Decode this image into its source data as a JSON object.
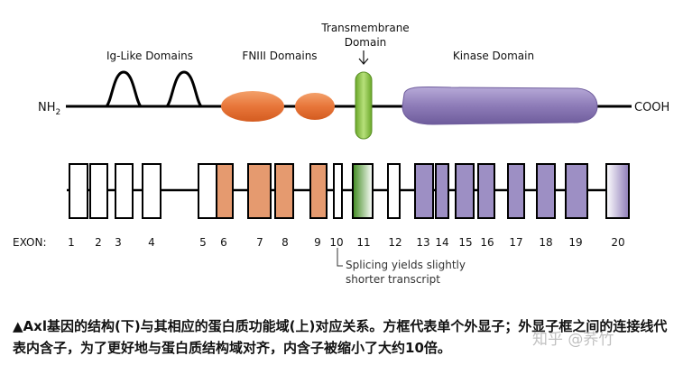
{
  "protein": {
    "n_terminus": "NH",
    "n_terminus_sub": "2",
    "c_terminus": "COOH",
    "domain_labels": {
      "ig_like": "Ig-Like Domains",
      "fniii": "FNIII Domains",
      "transmembrane_line1": "Transmembrane",
      "transmembrane_line2": "Domain",
      "kinase": "Kinase Domain"
    }
  },
  "gene": {
    "exon_row_label": "EXON:",
    "exon_numbers": [
      "1",
      "2",
      "3",
      "4",
      "5",
      "6",
      "7",
      "8",
      "9",
      "10",
      "11",
      "12",
      "13",
      "14",
      "15",
      "16",
      "17",
      "18",
      "19",
      "20"
    ],
    "annotation_line1": "Splicing yields slightly",
    "annotation_line2": "shorter transcript"
  },
  "caption": "▲Axl基因的结构(下)与其相应的蛋白质功能域(上)对应关系。方框代表单个外显子；外显子框之间的连接线代表内含子，为了更好地与蛋白质结构域对齐，内含子被缩小了大约10倍。",
  "watermark": "知乎 @荞竹",
  "colors": {
    "fniii_domain": "#e8763a",
    "transmembrane_domain": "#8cc63f",
    "kinase_domain": "#8e7cb8",
    "fniii_exon": "#e59a6f",
    "transmembrane_exon": "#5aa02c",
    "kinase_exon": "#9d8fc4",
    "line": "#000000"
  }
}
